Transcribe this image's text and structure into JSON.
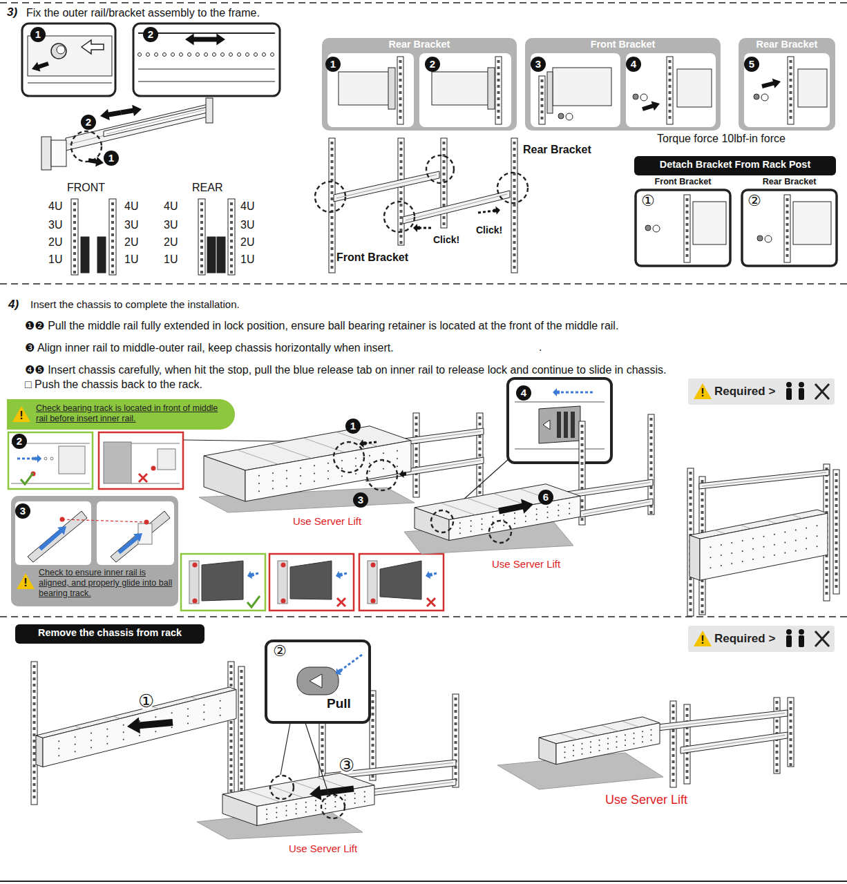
{
  "diagram": {
    "nodes": [
      {
        "text": [
          "Rear Bracket"
        ]
      },
      {
        "text": [
          "Front Bracket"
        ]
      },
      {
        "text": [
          "Rear Bracket"
        ]
      },
      {
        "text": [
          "Detach Bracket From Rack Post"
        ]
      },
      {
        "text": [
          "Front Bracket",
          "①"
        ]
      },
      {
        "text": [
          "Rear Bracket",
          "②"
        ]
      },
      {
        "text": [
          "!",
          "Required >"
        ]
      },
      {
        "text": [
          "!",
          "Check bearing track is located in front of middle rail before insert inner rail."
        ]
      },
      {
        "text": [
          "!",
          "Check to ensure inner rail is aligned, and properly glide into ball bearing track."
        ]
      },
      {
        "text": [
          "4"
        ]
      },
      {
        "text": [
          "Remove the chassis from rack"
        ]
      },
      {
        "text": [
          "!",
          "Required >"
        ]
      },
      {
        "text": [
          "②",
          "Pull"
        ]
      }
    ],
    "labels": [
      "3)",
      "Fix the outer rail/bracket assembly to the frame.",
      "1",
      "2",
      "2",
      "1",
      "FRONT",
      "REAR",
      "4U",
      "3U",
      "2U",
      "1U",
      "4U",
      "3U",
      "2U",
      "1U",
      "4U",
      "3U",
      "2U",
      "1U",
      "4U",
      "3U",
      "2U",
      "1U",
      "1",
      "2",
      "3",
      "4",
      "5",
      "Torque force 10lbf-in force",
      "Rear Bracket",
      "Click!",
      "Click!",
      "Front Bracket",
      "4)",
      "Insert the chassis to complete the installation.",
      "❶❷ Pull the middle rail fully extended in lock position, ensure ball bearing  retainer is located at the front of the middle rail.",
      "❸ Align inner rail to middle-outer rail, keep chassis horizontally when insert.",
      ".",
      "❹❺ Insert chassis carefully, when hit the stop, pull the blue release tab on inner rail to release lock and continue to slide in chassis.",
      "□ Push the chassis back to the rack.",
      "2",
      "3",
      "1",
      "3",
      "Use Server Lift",
      "6",
      "Use Server Lift",
      "①",
      "③",
      "Use Server Lift",
      "Use Server Lift"
    ]
  }
}
